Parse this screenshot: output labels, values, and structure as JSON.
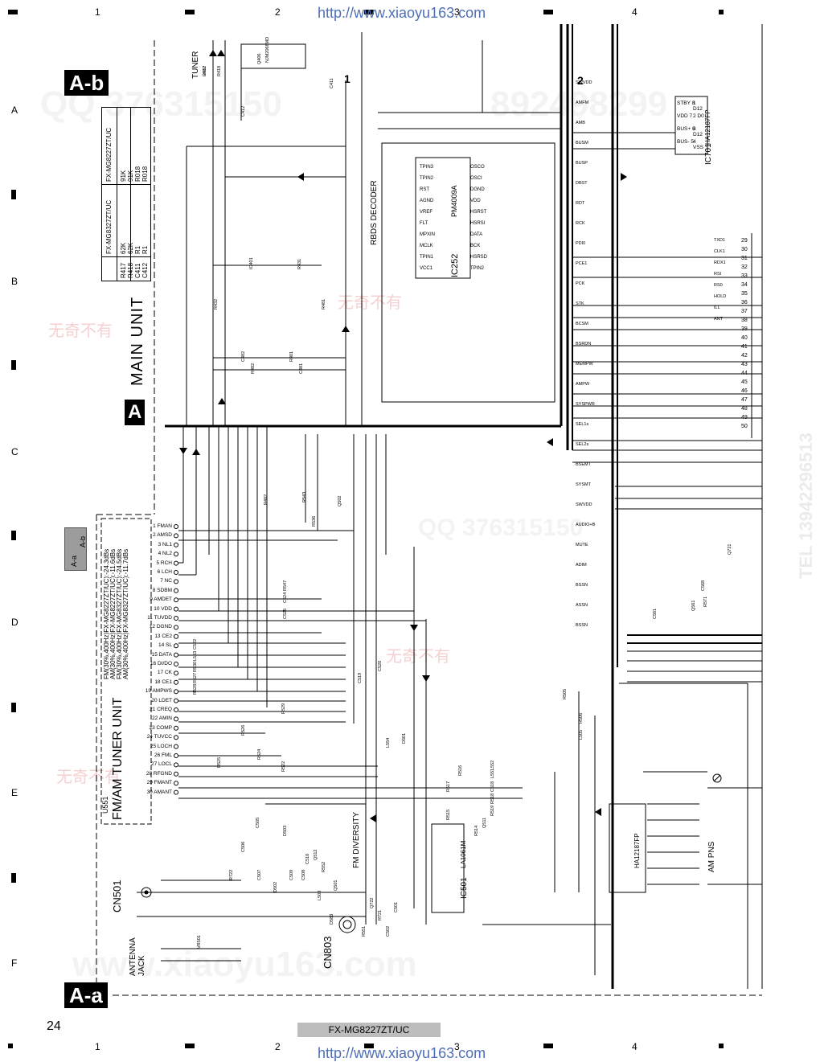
{
  "url": "http://www.xiaoyu163.com",
  "columns": [
    "1",
    "2",
    "3",
    "4"
  ],
  "rows": [
    "A",
    "B",
    "C",
    "D",
    "E",
    "F"
  ],
  "sheet_labels": {
    "top": "A-b",
    "bottom": "A-a",
    "main": "A"
  },
  "main_unit_label": "MAIN UNIT",
  "tuner_unit_label": "FM/AM TUNER UNIT",
  "tuner_unit_ref": "U551",
  "tuner_label": "TUNER",
  "rbds_label": "RBDS DECODER",
  "rbds_ic": "IC252",
  "rbds_part": "PM4009A",
  "ic701": "IC701",
  "ic701_part": "HA12187FP",
  "ic501": "IC501",
  "ic501_part": "LA1061M",
  "ic_pns_part": "HA12187FP",
  "fm_diversity": "FM DIVERSITY",
  "am_pns": "AM PNS",
  "cn501": "CN501",
  "cn803": "CN803",
  "antenna_jack": "ANTENNA JACK",
  "connector_tab": {
    "a": "A-a",
    "b": "A-b"
  },
  "node_labels": [
    "1",
    "2"
  ],
  "variant_table": {
    "headers": [
      "",
      "FX-MG8227ZT/UC",
      "FX-MG8327ZT/UC"
    ],
    "rows": [
      [
        "R417",
        "62K",
        "91K"
      ],
      [
        "R418",
        "62K",
        "91K"
      ],
      [
        "C411",
        "R1",
        "R018"
      ],
      [
        "C412",
        "R1",
        "R018"
      ]
    ]
  },
  "sensitivity_notes": [
    "FM(30%,400Hz)FX-MG8227ZT/UC):-24.3dBs",
    "AM(30%,400Hz)FX-MG8227ZT/UC):-11.6dBs",
    "FM(30%,400Hz)FX-MG8327ZT/UC):-24.5dBs",
    "AM(30%,400Hz)FX-MG8327ZT/UC):-11.7dBs"
  ],
  "tuner_pins": [
    "1 FMAN",
    "2 AMSD",
    "3 NL1",
    "4 NL2",
    "5 RCH",
    "6 LCH",
    "7 NC",
    "8 SDBM",
    "9 AMDET",
    "10 VDD",
    "11 TUVDD",
    "12 DGND",
    "13 CE2",
    "14 SL",
    "15 DATA",
    "16 DI/DO",
    "17 CK",
    "18 CE1",
    "19 AMPWS",
    "20 LDET",
    "21 CREQ",
    "22 AMIN",
    "23 COMP",
    "24 TUVCC",
    "25 LOCH",
    "26 FML",
    "27 LOCL",
    "28 RFGND",
    "29 FMANT",
    "30 AMANT"
  ],
  "rbds_pins_left": [
    "TPIN3",
    "TPIN2",
    "RST",
    "AGND",
    "VREF",
    "FLT",
    "MPXIN",
    "MCLK",
    "TPIN1",
    "VCC1"
  ],
  "rbds_pins_right": [
    "OSCO",
    "OSCI",
    "DGND",
    "VDD",
    "HSRST",
    "HSRSI",
    "DATA",
    "BCK",
    "HSRSD",
    "TPIN2"
  ],
  "ic701_pins": [
    "1 D12",
    "2 D0",
    "3 D12",
    "4 VSS",
    "STBY 8",
    "VDD 7",
    "BUS+ 6",
    "BUS- 5"
  ],
  "bus_signals": [
    "SWVDD",
    "AMFM",
    "AMB",
    "BUSM",
    "BUSP",
    "DBST",
    "RDT",
    "RCK",
    "PDI0",
    "PCE1",
    "PCK",
    "STK",
    "BCSM",
    "BSRDN",
    "MEMPW",
    "AMPW",
    "SYSPWR",
    "SEL1s",
    "SEL2s",
    "BSEMT",
    "SYSMT",
    "SWVDD",
    "AUDIO+B",
    "MUTE",
    "ADIM",
    "BSSN",
    "ASSN",
    "BSSN"
  ],
  "right_labels": [
    "TXD1",
    "CLK1",
    "RDX1",
    "RSI",
    "RS0",
    "HOLD",
    "ILL",
    "ANT"
  ],
  "right_pins": [
    "29",
    "30",
    "31",
    "32",
    "33",
    "34",
    "35",
    "36",
    "37",
    "38",
    "39",
    "40",
    "41",
    "42",
    "43",
    "44",
    "45",
    "46",
    "47",
    "48",
    "49",
    "50"
  ],
  "component_labels": [
    "R417",
    "R418",
    "C411",
    "C412",
    "Q406",
    "NJM2068MD",
    "IC401",
    "R431",
    "R432",
    "R481",
    "R482",
    "C481",
    "C482",
    "R401",
    "R402",
    "R543",
    "R536",
    "R547",
    "C524",
    "C525",
    "C522",
    "L553",
    "R530",
    "R527",
    "R528",
    "R529",
    "R526",
    "R525",
    "R524",
    "R522",
    "Q502",
    "C519",
    "C520",
    "L554",
    "D501",
    "L552",
    "L551",
    "C518",
    "R518",
    "R519",
    "R517",
    "R516",
    "R515",
    "R514",
    "Q511",
    "Q512",
    "C510",
    "C509",
    "C508",
    "D502",
    "D503",
    "C505",
    "C506",
    "C507",
    "R505",
    "R506",
    "L505",
    "C561",
    "Q561",
    "C568",
    "R571",
    "Q721",
    "Q722",
    "R721",
    "R722",
    "VR501",
    "Q501",
    "C501",
    "C502",
    "R551",
    "R552",
    "L503",
    "D583",
    "D582"
  ],
  "footer_model": "FX-MG8227ZT/UC",
  "page_number": "24",
  "watermarks": {
    "qq": "QQ 376315150",
    "phone": "892498299",
    "tel": "TEL 13942296513",
    "cn": "无奇不有",
    "site": "www.xiaoyu163.com"
  },
  "colors": {
    "ink": "#000000",
    "url": "#4e6fb5",
    "footer_bg": "#bdbdbd"
  }
}
